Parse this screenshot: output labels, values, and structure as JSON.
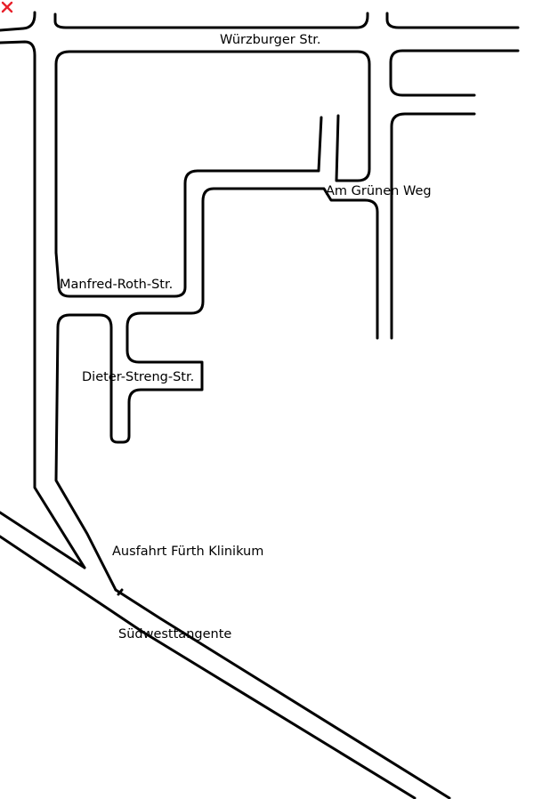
{
  "streets": {
    "wuerzburger": "Würzburger Str.",
    "am_gruenen_weg": "Am Grünen Weg",
    "manfred_roth": "Manfred-Roth-Str.",
    "dieter_streng": "Dieter-Streng-Str.",
    "ausfahrt": "Ausfahrt Fürth Klinikum",
    "suedwesttangente": "Südwesttangente"
  },
  "colors": {
    "road": "#000000",
    "marker": "#e8202a",
    "background": "#ffffff"
  },
  "marker_icon": "x-mark-icon"
}
